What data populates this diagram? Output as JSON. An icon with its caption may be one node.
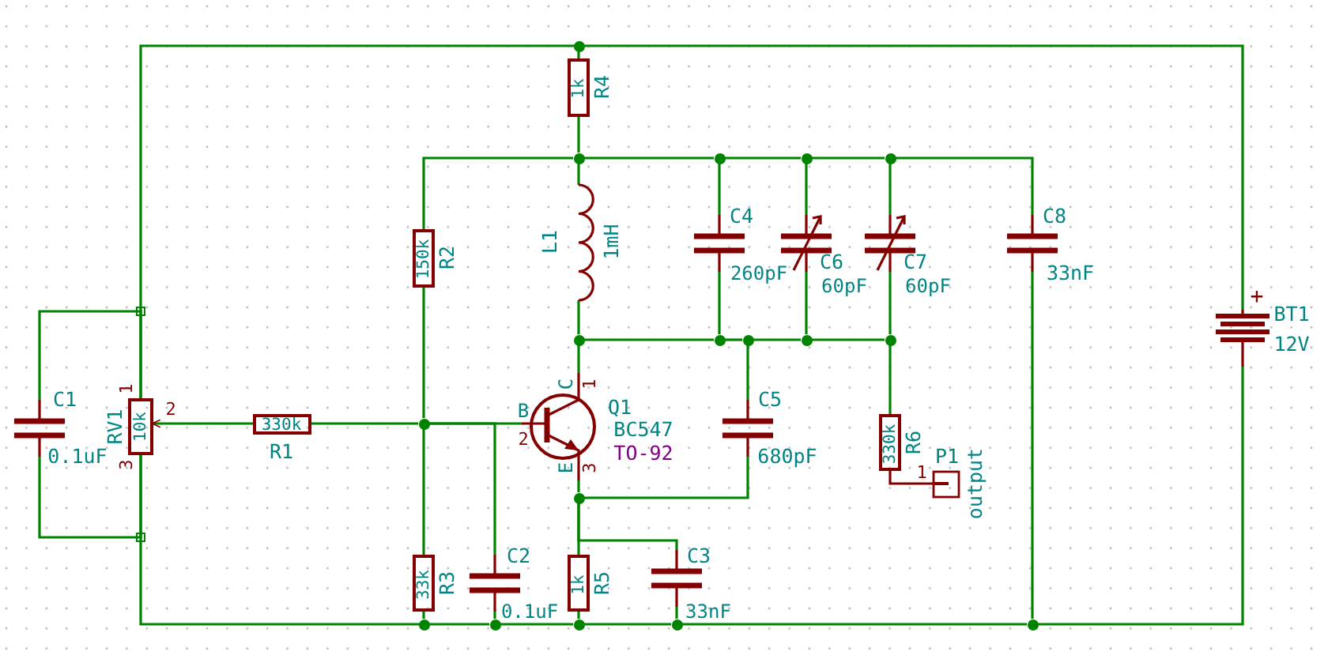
{
  "diagram": {
    "nodes": [
      {
        "text": [
          "C1",
          "0.1uF"
        ]
      },
      {
        "text": [
          "RV1",
          "10k"
        ],
        "beside": [
          "1",
          "2",
          "3"
        ]
      },
      {
        "text": [
          "330k",
          "R1"
        ]
      },
      {
        "text": [
          "R4",
          "1k"
        ]
      },
      {
        "text": [
          "R2",
          "150k"
        ]
      },
      {
        "text": [
          "L1",
          "1mH"
        ]
      },
      {
        "text": [
          "C4",
          "260pF"
        ]
      },
      {
        "text": [
          "C6",
          "60pF"
        ]
      },
      {
        "text": [
          "C7",
          "60pF"
        ]
      },
      {
        "text": [
          "C8",
          "33nF"
        ]
      },
      {
        "text": [
          "Q1",
          "BC547",
          "TO-92"
        ],
        "beside": [
          "B",
          "2",
          "C",
          "1",
          "E",
          "3"
        ]
      },
      {
        "text": [
          "C5",
          "680pF"
        ]
      },
      {
        "text": [
          "R6",
          "330k"
        ]
      },
      {
        "text": [
          "P1",
          "output"
        ],
        "beside": [
          "1"
        ]
      },
      {
        "text": [
          "R3",
          "33k"
        ]
      },
      {
        "text": [
          "C2",
          "0.1uF"
        ]
      },
      {
        "text": [
          "R5",
          "1k"
        ]
      },
      {
        "text": [
          "C3",
          "33nF"
        ]
      },
      {
        "text": [
          "BT1",
          "12V"
        ],
        "beside": [
          "+"
        ]
      },
      {
        "text": [],
        "shape": "circle"
      },
      {
        "text": [],
        "shape": "circle"
      },
      {
        "text": [],
        "shape": "circle"
      },
      {
        "text": [],
        "shape": "circle"
      },
      {
        "text": [],
        "shape": "circle"
      },
      {
        "text": [],
        "shape": "circle"
      },
      {
        "text": [],
        "shape": "circle"
      },
      {
        "text": [],
        "shape": "circle"
      },
      {
        "text": [],
        "shape": "circle"
      },
      {
        "text": [],
        "shape": "circle"
      },
      {
        "text": [],
        "shape": "circle"
      },
      {
        "text": [],
        "shape": "circle"
      },
      {
        "text": [],
        "shape": "circle"
      },
      {
        "text": [],
        "shape": "circle"
      },
      {
        "text": [],
        "shape": "circle"
      },
      {
        "text": [],
        "shape": "circle"
      },
      {
        "text": [],
        "shape": "circle"
      }
    ],
    "edges": [
      {
        "from": 1,
        "to": 19,
        "arrow": "none"
      },
      {
        "from": 0,
        "to": 1,
        "arrow": "none"
      },
      {
        "from": 0,
        "to": 1,
        "arrow": "none"
      },
      {
        "from": 1,
        "to": 31,
        "arrow": "none"
      },
      {
        "from": 2,
        "to": 1,
        "arrow": "to"
      },
      {
        "from": 2,
        "to": 29,
        "arrow": "none"
      },
      {
        "from": 19,
        "to": 3,
        "arrow": "none"
      },
      {
        "from": 19,
        "to": 18,
        "arrow": "none"
      },
      {
        "from": 3,
        "to": 20,
        "arrow": "none"
      },
      {
        "from": 20,
        "to": 4,
        "arrow": "none"
      },
      {
        "from": 20,
        "to": 5,
        "arrow": "none"
      },
      {
        "from": 20,
        "to": 21,
        "arrow": "none"
      },
      {
        "from": 21,
        "to": 22,
        "arrow": "none"
      },
      {
        "from": 22,
        "to": 23,
        "arrow": "none"
      },
      {
        "from": 23,
        "to": 9,
        "arrow": "none"
      },
      {
        "from": 21,
        "to": 6,
        "arrow": "none"
      },
      {
        "from": 22,
        "to": 7,
        "arrow": "none"
      },
      {
        "from": 23,
        "to": 8,
        "arrow": "none"
      },
      {
        "from": 5,
        "to": 24,
        "arrow": "none"
      },
      {
        "from": 6,
        "to": 25,
        "arrow": "none"
      },
      {
        "from": 7,
        "to": 27,
        "arrow": "none"
      },
      {
        "from": 8,
        "to": 28,
        "arrow": "none"
      },
      {
        "from": 24,
        "to": 25,
        "arrow": "none"
      },
      {
        "from": 25,
        "to": 26,
        "arrow": "none"
      },
      {
        "from": 26,
        "to": 27,
        "arrow": "none"
      },
      {
        "from": 27,
        "to": 28,
        "arrow": "none"
      },
      {
        "from": 24,
        "to": 10,
        "arrow": "none"
      },
      {
        "from": 26,
        "to": 11,
        "arrow": "none"
      },
      {
        "from": 11,
        "to": 30,
        "arrow": "none"
      },
      {
        "from": 28,
        "to": 12,
        "arrow": "none"
      },
      {
        "from": 12,
        "to": 13,
        "arrow": "none",
        "color": "#840000"
      },
      {
        "from": 4,
        "to": 29,
        "arrow": "none"
      },
      {
        "from": 29,
        "to": 10,
        "arrow": "none"
      },
      {
        "from": 15,
        "to": 29,
        "arrow": "none"
      },
      {
        "from": 29,
        "to": 14,
        "arrow": "none"
      },
      {
        "from": 10,
        "to": 30,
        "arrow": "none"
      },
      {
        "from": 30,
        "to": 16,
        "arrow": "none"
      },
      {
        "from": 17,
        "to": 30,
        "arrow": "none"
      },
      {
        "from": 14,
        "to": 31,
        "arrow": "none"
      },
      {
        "from": 31,
        "to": 32,
        "arrow": "none"
      },
      {
        "from": 15,
        "to": 32,
        "arrow": "none"
      },
      {
        "from": 32,
        "to": 33,
        "arrow": "none"
      },
      {
        "from": 16,
        "to": 33,
        "arrow": "none"
      },
      {
        "from": 33,
        "to": 34,
        "arrow": "none"
      },
      {
        "from": 17,
        "to": 34,
        "arrow": "none"
      },
      {
        "from": 34,
        "to": 35,
        "arrow": "none"
      },
      {
        "from": 9,
        "to": 35,
        "arrow": "none"
      },
      {
        "from": 35,
        "to": 18,
        "arrow": "none"
      }
    ]
  }
}
